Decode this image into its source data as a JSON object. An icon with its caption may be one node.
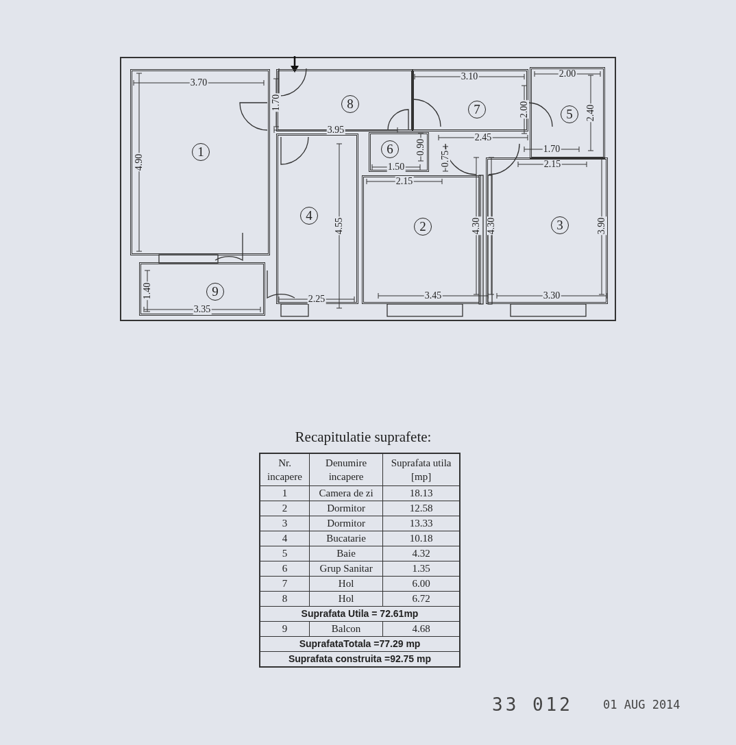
{
  "diagram": {
    "nodes": [
      {
        "text": [
          "1"
        ]
      },
      {
        "text": [
          "2"
        ]
      },
      {
        "text": [
          "3"
        ]
      },
      {
        "text": [
          "4"
        ]
      },
      {
        "text": [
          "5"
        ]
      },
      {
        "text": [
          "6"
        ]
      },
      {
        "text": [
          "7"
        ]
      },
      {
        "text": [
          "8"
        ]
      },
      {
        "text": [
          "9"
        ]
      }
    ],
    "labels": [
      "3.70",
      "3.10",
      "2.00",
      "1.70",
      "2.00",
      "2.40",
      "3.95",
      "2.45",
      "4.90",
      "0.90",
      "0.75",
      "1.70",
      "1.50",
      "2.15",
      "2.15",
      "4.55",
      "4.30",
      "4.30",
      "3.90",
      "1.40",
      "2.25",
      "3.35",
      "3.45",
      "3.30",
      "Recapitulatie suprafete:",
      "Nr. incapere",
      "Denumire incapere",
      "Suprafata utila [mp]",
      "1",
      "Camera de zi",
      "18.13",
      "2",
      "Dormitor",
      "12.58",
      "3",
      "Dormitor",
      "13.33",
      "4",
      "Bucatarie",
      "10.18",
      "5",
      "Baie",
      "4.32",
      "6",
      "Grup Sanitar",
      "1.35",
      "7",
      "Hol",
      "6.00",
      "8",
      "Hol",
      "6.72",
      "Suprafata Utila  = 72.61mp",
      "9",
      "Balcon",
      "4.68",
      "SuprafataTotala  =77.29 mp",
      "Suprafata construita  =92.75 mp",
      "33 012",
      "01 AUG 2014"
    ]
  }
}
